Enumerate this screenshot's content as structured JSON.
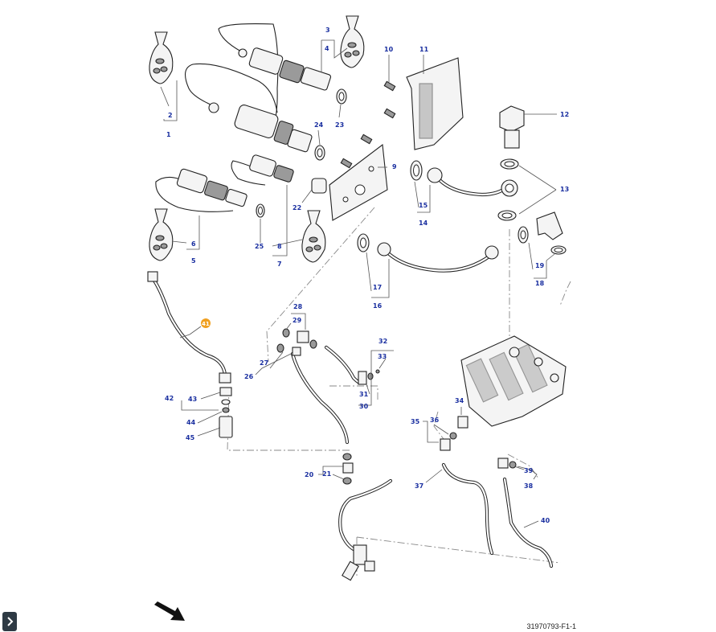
{
  "diagram": {
    "callouts": [
      "1",
      "2",
      "3",
      "4",
      "5",
      "6",
      "7",
      "8",
      "9",
      "10",
      "11",
      "12",
      "13",
      "14",
      "15",
      "16",
      "17",
      "18",
      "19",
      "20",
      "21",
      "22",
      "23",
      "24",
      "25",
      "26",
      "27",
      "28",
      "29",
      "30",
      "31",
      "32",
      "33",
      "34",
      "35",
      "36",
      "37",
      "38",
      "39",
      "40",
      "41",
      "42",
      "43",
      "44",
      "45"
    ],
    "highlight_callout": "41",
    "highlight_color": "#f0a020",
    "callout_color": "#1a2fa0",
    "drawing_code": "31970793-F1-1"
  },
  "ui": {
    "expand_icon": "chevron-right-icon",
    "direction_icon": "direction-arrow-icon"
  }
}
